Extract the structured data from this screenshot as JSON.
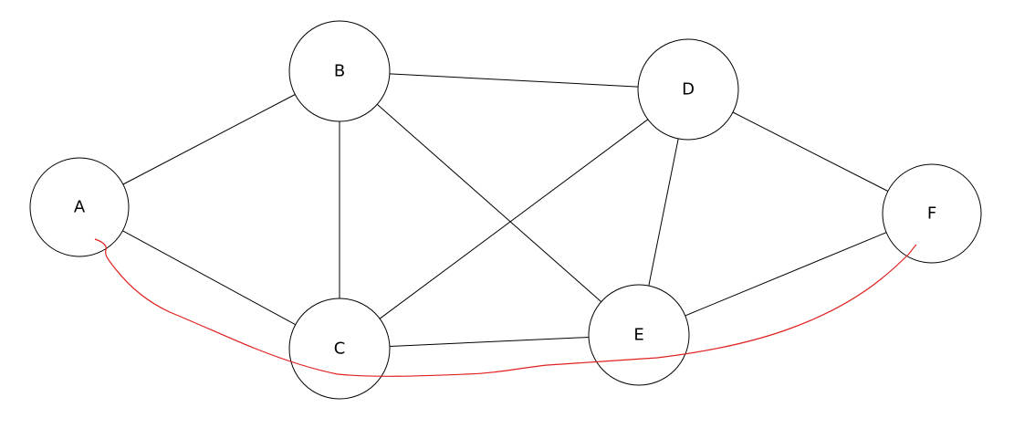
{
  "diagram": {
    "nodes": [
      {
        "id": "A",
        "label": "A"
      },
      {
        "id": "B",
        "label": "B"
      },
      {
        "id": "C",
        "label": "C"
      },
      {
        "id": "D",
        "label": "D"
      },
      {
        "id": "E",
        "label": "E"
      },
      {
        "id": "F",
        "label": "F"
      }
    ],
    "edges": [
      {
        "from": "A",
        "to": "B"
      },
      {
        "from": "A",
        "to": "C"
      },
      {
        "from": "B",
        "to": "C"
      },
      {
        "from": "B",
        "to": "D"
      },
      {
        "from": "B",
        "to": "E"
      },
      {
        "from": "C",
        "to": "D"
      },
      {
        "from": "C",
        "to": "E"
      },
      {
        "from": "D",
        "to": "E"
      },
      {
        "from": "D",
        "to": "F"
      },
      {
        "from": "E",
        "to": "F"
      }
    ],
    "highlight_path": {
      "from": "A",
      "to": "F",
      "color": "#e02020"
    },
    "colors": {
      "node_stroke": "#000000",
      "edge": "#000000",
      "background": "#ffffff"
    }
  }
}
